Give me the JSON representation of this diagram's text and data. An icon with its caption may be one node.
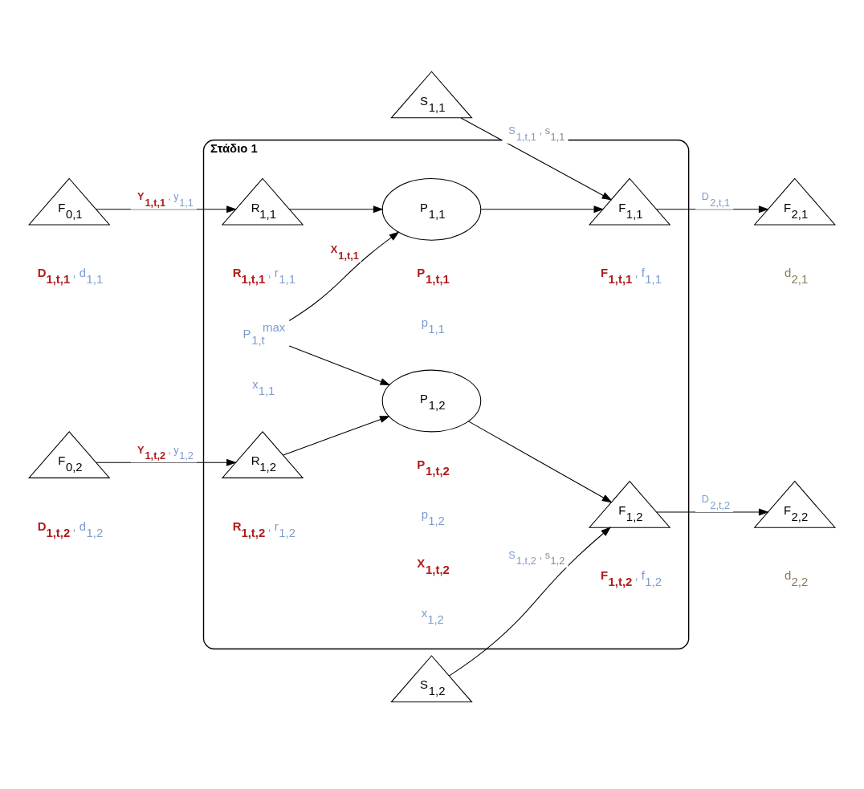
{
  "diagram": {
    "nodes": [
      {
        "text": [
          "Στάδιο 1"
        ]
      },
      {
        "text": [
          "F$_{0,1}$"
        ]
      },
      {
        "text": [
          "R$_{1,1}$"
        ],
        "in": 0,
        "beside": [
          "R$_{1,t,1}$ , r$_{1,1}$"
        ]
      },
      {
        "text": [
          "P$_{1,1}$"
        ],
        "in": 0,
        "beside": [
          "P$_{1,t,1}$",
          "p$_{1,1}$"
        ]
      },
      {
        "text": [
          "F$_{1,1}$"
        ],
        "in": 0,
        "beside": [
          "F$_{1,t,1}$ , f$_{1,1}$"
        ]
      },
      {
        "text": [
          "F$_{2,1}$"
        ]
      },
      {
        "text": [
          "S$_{1,1}$"
        ]
      },
      {
        "text": [
          "P$_{1,t}$$^{max}$"
        ],
        "in": 0
      },
      {
        "text": [
          "F$_{0,2}$"
        ]
      },
      {
        "text": [
          "R$_{1,2}$"
        ],
        "in": 0,
        "beside": [
          "R$_{1,t,2}$ , r$_{1,2}$"
        ]
      },
      {
        "text": [
          "P$_{1,2}$"
        ],
        "in": 0,
        "beside": [
          "P$_{1,t,2}$",
          "p$_{1,2}$"
        ]
      },
      {
        "text": [
          "F$_{1,2}$"
        ],
        "in": 0,
        "beside": [
          "F$_{1,t,2}$ , f$_{1,2}$"
        ]
      },
      {
        "text": [
          "F$_{2,2}$"
        ]
      },
      {
        "text": [
          "S$_{1,2}$"
        ]
      }
    ],
    "edges": [
      {
        "from": 1,
        "to": 2,
        "arrow": "to",
        "label": "Y$_{1,t,1}$ , y$_{1,1}$"
      },
      {
        "from": 2,
        "to": 3,
        "arrow": "to"
      },
      {
        "from": 3,
        "to": 4,
        "arrow": "to"
      },
      {
        "from": 4,
        "to": 5,
        "arrow": "to",
        "label": "D$_{2,t,1}$"
      },
      {
        "from": 6,
        "to": 4,
        "arrow": "to",
        "label": "S$_{1,t,1}$ , s$_{1,1}$"
      },
      {
        "from": 7,
        "to": 3,
        "arrow": "to",
        "label": "X$_{1,t,1}$"
      },
      {
        "from": 7,
        "to": 10,
        "arrow": "to"
      },
      {
        "from": 8,
        "to": 9,
        "arrow": "to",
        "label": "Y$_{1,t,2}$ , y$_{1,2}$"
      },
      {
        "from": 9,
        "to": 10,
        "arrow": "to"
      },
      {
        "from": 10,
        "to": 11,
        "arrow": "to"
      },
      {
        "from": 11,
        "to": 12,
        "arrow": "to",
        "label": "D$_{2,t,2}$"
      },
      {
        "from": 13,
        "to": 11,
        "arrow": "to",
        "label": "S$_{1,t,2}$ , s$_{1,2}$"
      }
    ],
    "labels": [
      "D$_{1,t,1}$ , d$_{1,1}$",
      "d$_{2,1}$",
      "x$_{1,1}$",
      "D$_{1,t,2}$ , d$_{1,2}$",
      "d$_{2,2}$",
      "X$_{1,t,2}$",
      "x$_{1,2}$"
    ]
  }
}
